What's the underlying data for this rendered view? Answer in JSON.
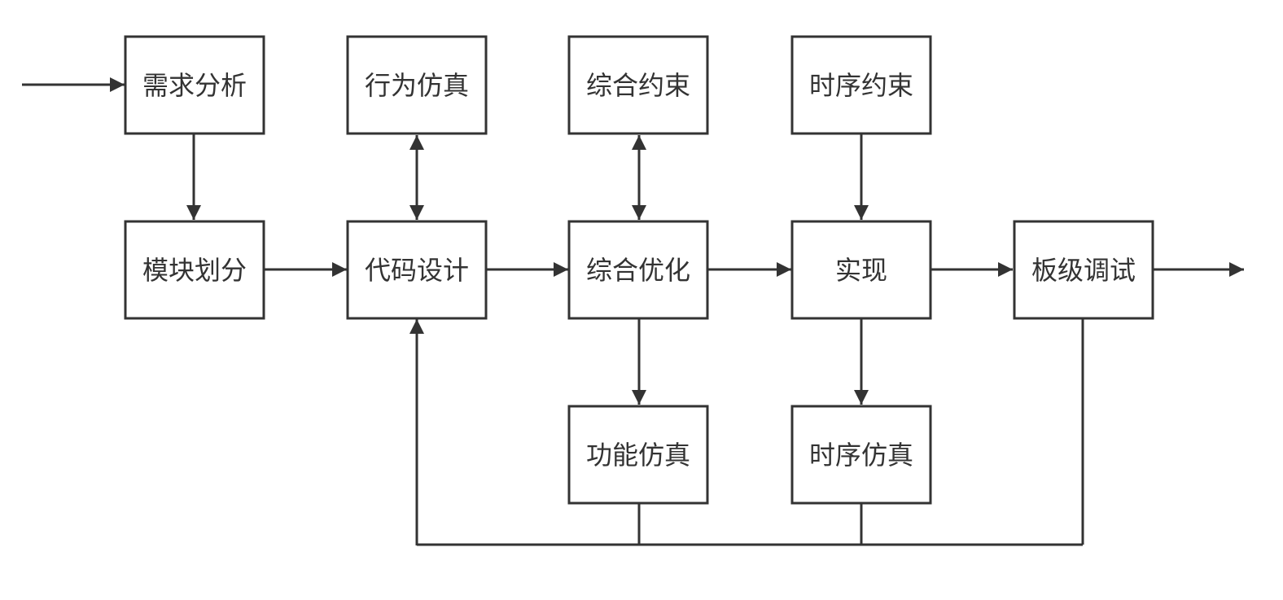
{
  "diagram": {
    "nodes": {
      "requirements": "需求分析",
      "module_partition": "模块划分",
      "behavior_sim": "行为仿真",
      "code_design": "代码设计",
      "synth_constraint": "综合约束",
      "synth_opt": "综合优化",
      "timing_constraint": "时序约束",
      "implementation": "实现",
      "board_debug": "板级调试",
      "func_sim": "功能仿真",
      "timing_sim": "时序仿真"
    },
    "edges": [
      {
        "from": "input",
        "to": "requirements",
        "kind": "arrow"
      },
      {
        "from": "requirements",
        "to": "module_partition",
        "kind": "arrow"
      },
      {
        "from": "module_partition",
        "to": "code_design",
        "kind": "arrow"
      },
      {
        "from": "code_design",
        "to": "behavior_sim",
        "kind": "bidirectional"
      },
      {
        "from": "code_design",
        "to": "synth_opt",
        "kind": "arrow"
      },
      {
        "from": "synth_opt",
        "to": "synth_constraint",
        "kind": "bidirectional"
      },
      {
        "from": "synth_opt",
        "to": "implementation",
        "kind": "arrow"
      },
      {
        "from": "synth_opt",
        "to": "func_sim",
        "kind": "arrow"
      },
      {
        "from": "timing_constraint",
        "to": "implementation",
        "kind": "arrow"
      },
      {
        "from": "implementation",
        "to": "board_debug",
        "kind": "arrow"
      },
      {
        "from": "implementation",
        "to": "timing_sim",
        "kind": "arrow"
      },
      {
        "from": "board_debug",
        "to": "output",
        "kind": "arrow"
      },
      {
        "from": "func_sim",
        "to": "code_design",
        "kind": "feedback"
      },
      {
        "from": "timing_sim",
        "to": "code_design",
        "kind": "feedback"
      },
      {
        "from": "board_debug",
        "to": "code_design",
        "kind": "feedback"
      }
    ]
  }
}
